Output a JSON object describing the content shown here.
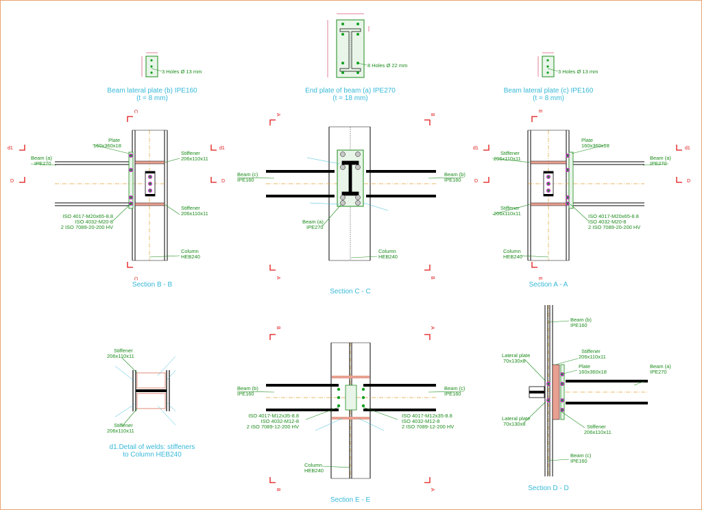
{
  "captions": {
    "plate_b_title": "Beam lateral plate (b) IPE160",
    "plate_b_thk": "(t = 8 mm)",
    "plate_b_holes": "3 Holes Ø 13 mm",
    "endplate_title": "End plate of beam (a) IPE270",
    "endplate_thk": "(t = 18 mm)",
    "endplate_holes": "8 Holes Ø 22 mm",
    "plate_c_title": "Beam lateral plate (c) IPE160",
    "plate_c_thk": "(t = 8 mm)",
    "plate_c_holes": "3 Holes Ø 13 mm",
    "section_bb": "Section B - B",
    "section_cc": "Section C - C",
    "section_aa": "Section A - A",
    "detail_d1_line1": "d1.Detail of welds: stiffeners",
    "detail_d1_line2": "to Column HEB240",
    "section_ee": "Section E - E",
    "section_dd": "Section D - D"
  },
  "labels": {
    "beam": "Beam",
    "beam_a": "Beam (a)",
    "beam_b": "Beam (b)",
    "beam_c": "Beam (c)",
    "ipe270": "IPE270",
    "ipe160": "IPE160",
    "plate": "Plate",
    "plate_size": "160x360x18",
    "stiffener": "Stiffener",
    "stiffener_size": "206x110x11",
    "column": "Column",
    "heb240": "HEB240",
    "lateral_plate": "Lateral plate",
    "lateral_plate_size": "70x130x8",
    "bolt_m20_1": "ISO 4017-M20x65-8.8",
    "bolt_m20_2": "ISO 4032-M20-8",
    "bolt_m20_3": "2 ISO 7089-20-200 HV",
    "bolt_m12_1": "ISO 4017-M12x35-8.8",
    "bolt_m12_2": "ISO 4032-M12-8",
    "bolt_m12_3": "2 ISO 7089-12-200 HV"
  },
  "section_marks": {
    "a": "A",
    "b": "B",
    "c": "C",
    "d": "D",
    "e": "E",
    "d1": "d1"
  },
  "colors": {
    "frame": "#e8a070",
    "caption": "#35b8d8",
    "label": "#1a8a1a",
    "section_mark": "#e01010",
    "steel": "#000000",
    "centerline": "#e0a030",
    "bolt": "#10a020",
    "washer": "#c030c0",
    "stiffener_fill": "#e8a090",
    "plate_fill": "#e8f5e8"
  }
}
